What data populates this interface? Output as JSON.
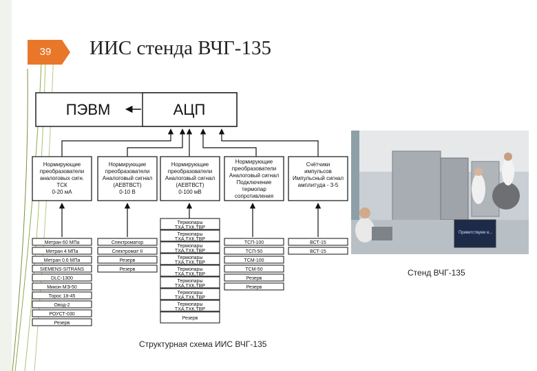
{
  "slide": {
    "number": "39",
    "title": "ИИС стенда ВЧГ-135",
    "accent_color": "#e9772a",
    "line_color": "#8aa84a"
  },
  "diagram": {
    "top_boxes": {
      "pc": "ПЭВМ",
      "adc": "АЦП"
    },
    "normalizers": [
      [
        "Нормирующие",
        "преобразователи",
        "аналоговых сигн.",
        "ТСК",
        "0-20 мА"
      ],
      [
        "Нормирующие",
        "преобразователи",
        "Аналоговый сигнал",
        "(АЕВТВСТ)",
        "0-10 В"
      ],
      [
        "Нормирующие",
        "преобразователи",
        "Аналоговый сигнал",
        "(АЕВТВСТ)",
        "0-100 мВ"
      ],
      [
        "Нормирующие",
        "преобразователи",
        "Аналоговый сигнал",
        "Подключение",
        "термопар",
        "сопротивления"
      ],
      [
        "Счётчики",
        "импульсов",
        "Импульсный сигнал",
        "амплитуда - 3-5"
      ]
    ],
    "col1": [
      "Метран 60 МПа",
      "Метран 4 МПа",
      "Метран 0.6 МПа",
      "SIEMENS-SITRANS",
      "DLC-1300",
      "Микон МЭ-50",
      "Торос 18-45",
      "Овод-2",
      "РОУСТ-030",
      "Резерв"
    ],
    "col2": [
      "Спектроматор",
      "Спектромат II",
      "Резерв",
      "Резерв"
    ],
    "col3": [
      "Термопары ТХА,ТХК,ТВР",
      "Термопары ТХА,ТХК,ТВР",
      "Термопары ТХА,ТХК,ТВР",
      "Термопары ТХА,ТХК,ТВР",
      "Термопары ТХА,ТХК,ТВР",
      "Термопары ТХА,ТХК,ТВР",
      "Термопары ТХА,ТХК,ТВР",
      "Термопары ТХА,ТХК,ТВР",
      "Резерв"
    ],
    "col4": [
      "ТСП-100",
      "ТСП-50",
      "ТСМ-100",
      "ТСМ-50",
      "Резерв",
      "Резерв"
    ],
    "col5": [
      "ВСТ-15",
      "ВСТ-15"
    ]
  },
  "photo": {
    "caption": "Стенд ВЧГ-135",
    "screen_text": "Приветствуем и..."
  },
  "diagram_caption": "Структурная схема ИИС ВЧГ-135"
}
